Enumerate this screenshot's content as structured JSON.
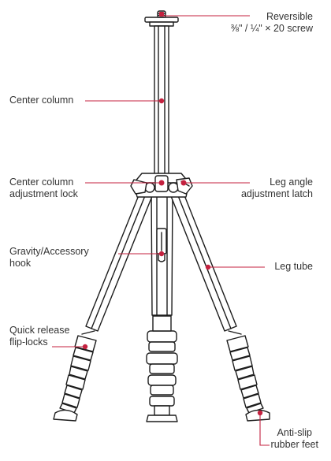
{
  "colors": {
    "callout": "#c4213f",
    "outline": "#1c1c1c",
    "text": "#333333",
    "background": "#ffffff"
  },
  "callouts": {
    "reversible_screw": {
      "line1": "Reversible",
      "line2": "⅜\" / ¼\" × 20 screw"
    },
    "center_column": {
      "line1": "Center column"
    },
    "center_column_lock": {
      "line1": "Center column",
      "line2": "adjustment lock"
    },
    "leg_angle_latch": {
      "line1": "Leg angle",
      "line2": "adjustment latch"
    },
    "gravity_hook": {
      "line1": "Gravity/Accessory",
      "line2": "hook"
    },
    "leg_tube": {
      "line1": "Leg tube"
    },
    "flip_locks": {
      "line1": "Quick release",
      "line2": "flip-locks"
    },
    "rubber_feet": {
      "line1": "Anti-slip",
      "line2": "rubber feet"
    }
  }
}
